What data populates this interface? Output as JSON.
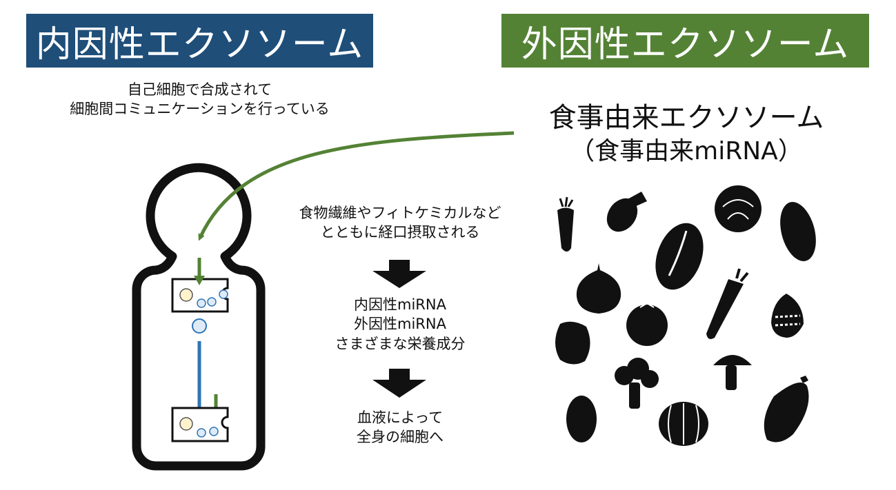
{
  "endogenous": {
    "title": "内因性エクソソーム",
    "description_lines": [
      "自己細胞で合成されて",
      "細胞間コミュニケーションを行っている"
    ],
    "color": "#1f4e79"
  },
  "exogenous": {
    "title": "外因性エクソソーム",
    "color": "#548235",
    "food_title": "食事由来エクソソーム",
    "food_subtitle": "（食事由来miRNA）"
  },
  "flow": {
    "step1_lines": [
      "食物繊維やフィトケミカルなど",
      "とともに経口摂取される"
    ],
    "step2_lines": [
      "内因性miRNA",
      "外因性miRNA",
      "さまざまな栄養成分"
    ],
    "step3_lines": [
      "血液によって",
      "全身の細胞へ"
    ]
  },
  "icons": {
    "foods": [
      "carrot-icon",
      "eggplant-icon",
      "cabbage-icon",
      "sweet-potato-icon",
      "chinese-cabbage-icon",
      "onion-icon",
      "long-carrot-icon",
      "taro-icon",
      "bell-pepper-icon",
      "tomato-icon",
      "mushroom-icon",
      "broccoli-icon",
      "potato-icon",
      "pumpkin-icon",
      "corn-icon"
    ],
    "arrow_colors": {
      "green": "#548235",
      "blue": "#2e75b6"
    }
  }
}
